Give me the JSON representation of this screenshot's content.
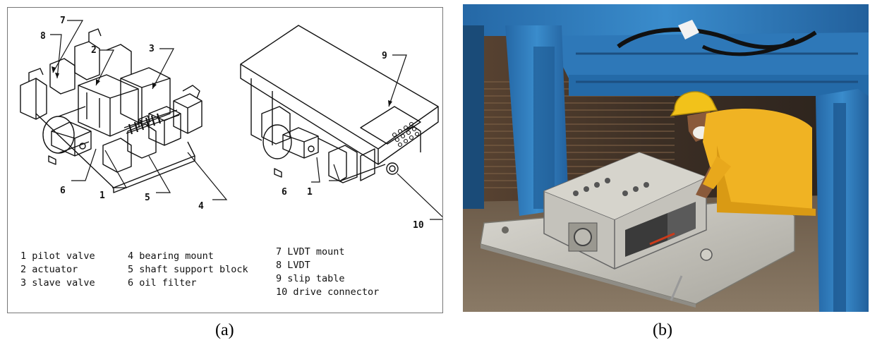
{
  "figure": {
    "caption_a": "(a)",
    "caption_b": "(b)"
  },
  "diagram": {
    "callouts_left": [
      "8",
      "7",
      "2",
      "3",
      "6",
      "1",
      "5",
      "4"
    ],
    "callouts_right": [
      "9",
      "6",
      "1",
      "10"
    ],
    "legend": [
      "1 pilot valve",
      "2 actuator",
      "3 slave valve",
      "4 bearing mount",
      "5 shaft support block",
      "6 oil filter",
      "7 LVDT mount",
      "8 LVDT",
      "9 slip table",
      "10 drive connector"
    ]
  },
  "colors": {
    "frame_blue": "#2f7fc1",
    "helmet_yellow": "#f2c21a",
    "shirt_yellow": "#f0b323",
    "aluminum": "#b8b6ae",
    "background_dark": "#3a2d22"
  }
}
